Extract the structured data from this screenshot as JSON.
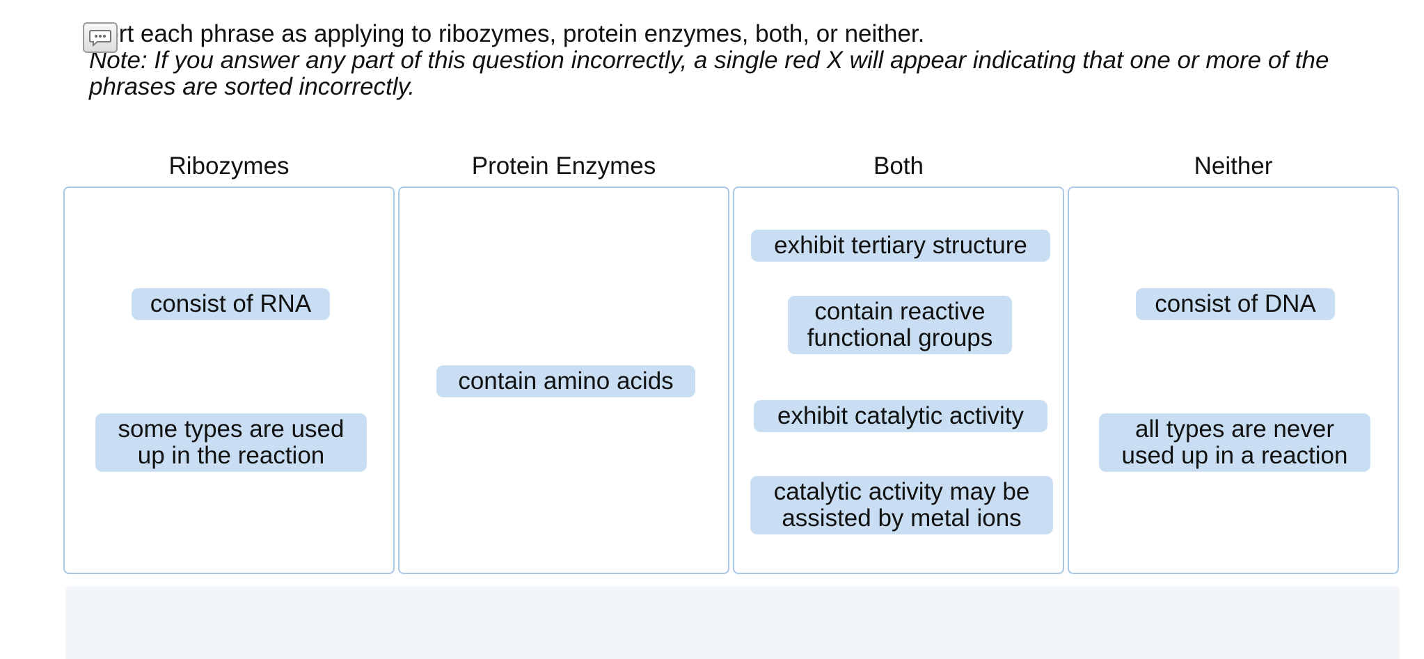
{
  "instructions": {
    "line1": "Sort each phrase as applying to ribozymes, protein enzymes, both, or neither.",
    "note": "Note: If you answer any part of this question incorrectly, a single red X will appear indicating that one or more of the phrases are sorted incorrectly."
  },
  "columns": [
    {
      "title": "Ribozymes",
      "items": [
        "consist of RNA",
        "some types are used up in the reaction"
      ]
    },
    {
      "title": "Protein Enzymes",
      "items": [
        "contain amino acids"
      ]
    },
    {
      "title": "Both",
      "items": [
        "exhibit tertiary structure",
        "contain reactive functional groups",
        "exhibit catalytic activity",
        "catalytic activity may be assisted by metal ions"
      ]
    },
    {
      "title": "Neither",
      "items": [
        "consist of DNA",
        "all types are never used up in a reaction"
      ]
    }
  ],
  "icons": {
    "comment": "comment-icon"
  },
  "colors": {
    "chip": "#c9def3",
    "zone_border": "#a9c7e6",
    "tray": "#f2f6fb"
  }
}
